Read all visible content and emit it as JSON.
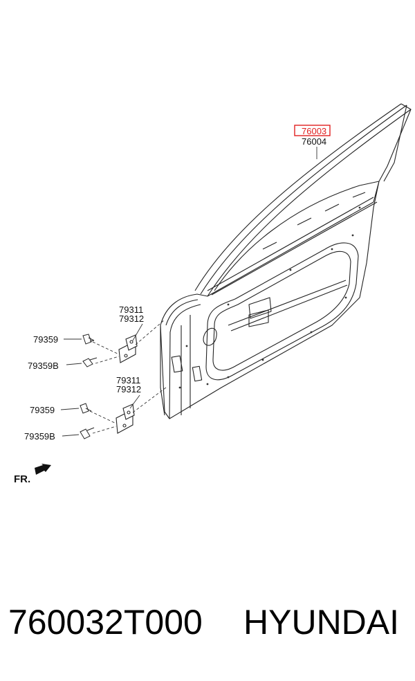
{
  "diagram": {
    "labels": {
      "part_76003": "76003",
      "part_76004": "76004",
      "hinge_upper_a": "79311",
      "hinge_upper_b": "79312",
      "hinge_lower_a": "79311",
      "hinge_lower_b": "79312",
      "bolt_upper": "79359",
      "bolt_upper_b": "79359B",
      "bolt_lower": "79359",
      "bolt_lower_b": "79359B",
      "direction": "FR."
    },
    "highlight_color": "#e02020"
  },
  "footer": {
    "part_number": "760032T000",
    "brand": "HYUNDAI"
  }
}
